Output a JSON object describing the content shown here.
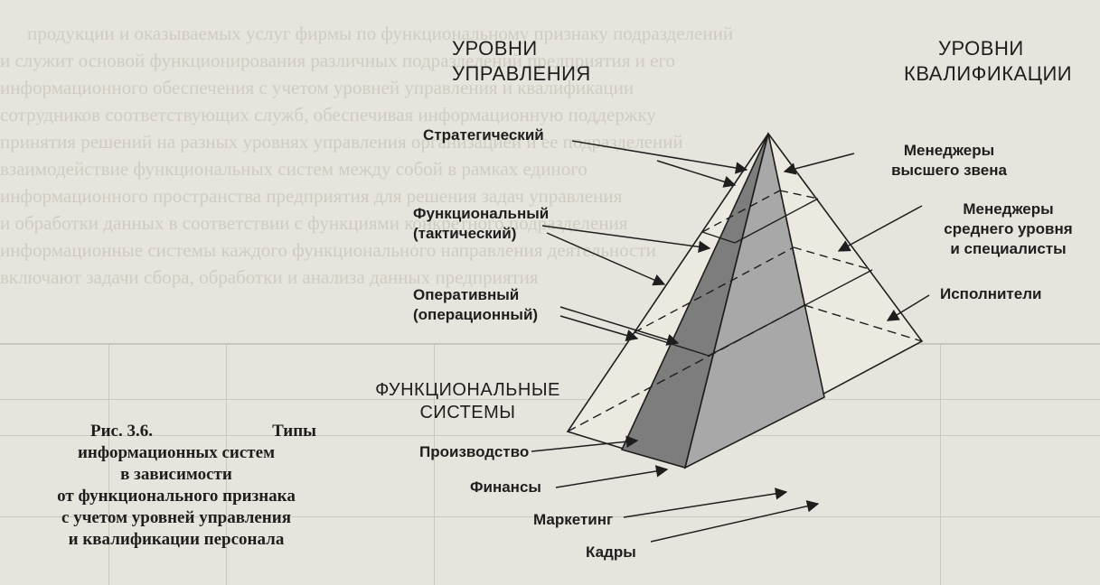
{
  "headings": {
    "levels_management": [
      "УРОВНИ",
      "УПРАВЛЕНИЯ"
    ],
    "levels_qualification": [
      "УРОВНИ",
      "КВАЛИФИКАЦИИ"
    ],
    "functional_systems": [
      "ФУНКЦИОНАЛЬНЫЕ",
      "СИСТЕМЫ"
    ]
  },
  "management_levels": {
    "strategic": "Стратегический",
    "functional": [
      "Функциональный",
      "(тактический)"
    ],
    "operational": [
      "Оперативный",
      "(операционный)"
    ]
  },
  "qualification_levels": {
    "top": [
      "Менеджеры",
      "высшего звена"
    ],
    "middle": [
      "Менеджеры",
      "среднего уровня",
      "и специалисты"
    ],
    "executors": "Исполнители"
  },
  "functional_systems": [
    "Производство",
    "Финансы",
    "Маркетинг",
    "Кадры"
  ],
  "caption": {
    "fig": "Рис. 3.6.",
    "word": "Типы",
    "lines": [
      "информационных систем",
      "в зависимости",
      "от функционального признака",
      "с учетом уровней управления",
      "и квалификации персонала"
    ]
  },
  "colors": {
    "background": "#e6e4dc",
    "face_dark": "#7d7d7d",
    "face_light": "#a8a8a8",
    "ink": "#1e1e1e"
  }
}
